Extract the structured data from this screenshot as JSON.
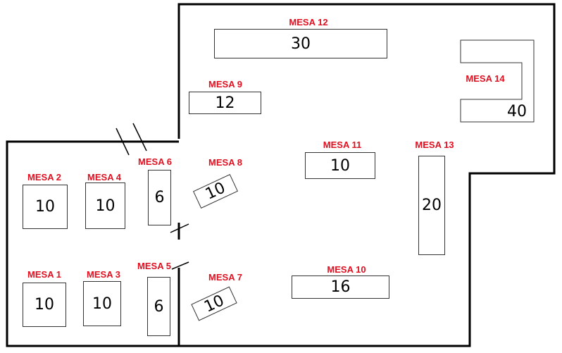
{
  "tables": {
    "mesa1": {
      "label": "MESA 1",
      "capacity": "10"
    },
    "mesa2": {
      "label": "MESA 2",
      "capacity": "10"
    },
    "mesa3": {
      "label": "MESA 3",
      "capacity": "10"
    },
    "mesa4": {
      "label": "MESA 4",
      "capacity": "10"
    },
    "mesa5": {
      "label": "MESA 5",
      "capacity": "6"
    },
    "mesa6": {
      "label": "MESA 6",
      "capacity": "6"
    },
    "mesa7": {
      "label": "MESA 7",
      "capacity": "10"
    },
    "mesa8": {
      "label": "MESA 8",
      "capacity": "10"
    },
    "mesa9": {
      "label": "MESA 9",
      "capacity": "12"
    },
    "mesa10": {
      "label": "MESA 10",
      "capacity": "16"
    },
    "mesa11": {
      "label": "MESA 11",
      "capacity": "10"
    },
    "mesa12": {
      "label": "MESA 12",
      "capacity": "30"
    },
    "mesa13": {
      "label": "MESA 13",
      "capacity": "20"
    },
    "mesa14": {
      "label": "MESA 14",
      "capacity": "40"
    }
  },
  "colors": {
    "label": "#e01020",
    "wall": "#000000",
    "table_border": "#333333"
  }
}
